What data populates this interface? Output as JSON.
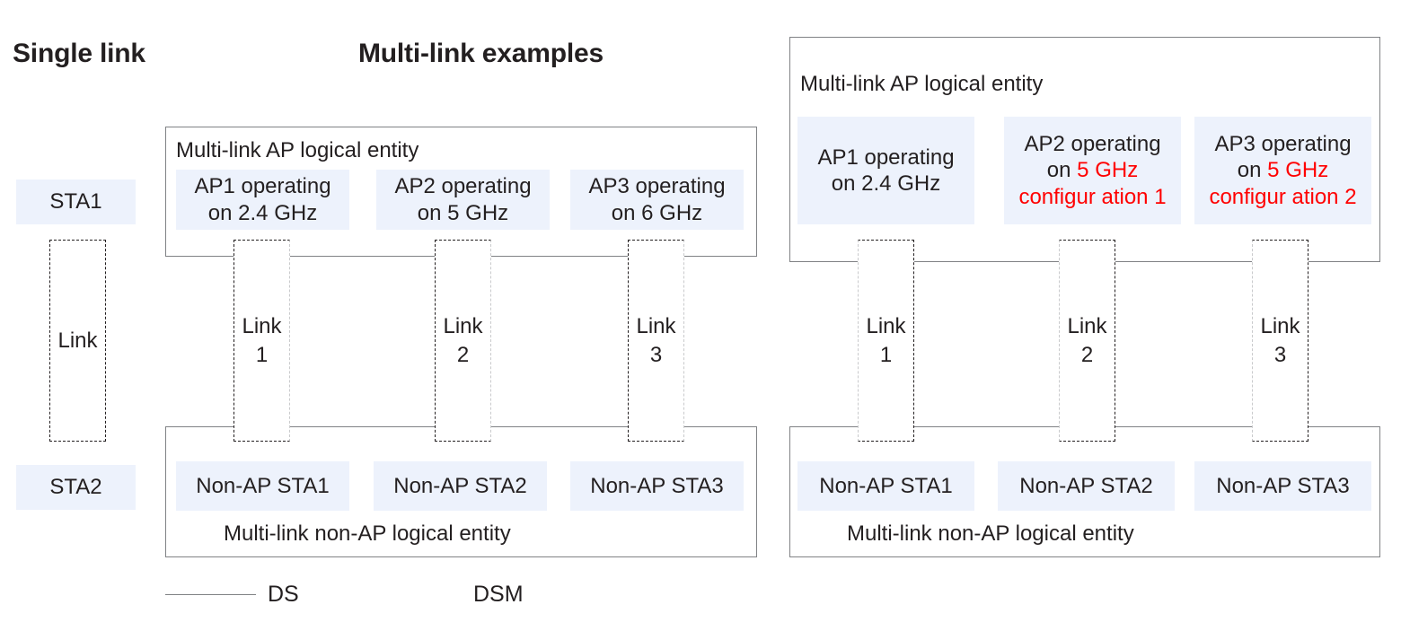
{
  "headings": {
    "single_link": "Single link",
    "multi_link": "Multi-link examples"
  },
  "single_link_panel": {
    "sta_top": "STA1",
    "sta_bottom": "STA2",
    "link_label": "Link"
  },
  "middle_panel": {
    "ap_entity_caption": "Multi-link AP logical entity",
    "non_ap_entity_caption": "Multi-link non-AP logical entity",
    "aps": [
      {
        "line1": "AP1  operating",
        "line2": "on 2.4 GHz",
        "line3": "",
        "line2_red": "",
        "line3_red": ""
      },
      {
        "line1": "AP2  operating",
        "line2": "on 5 GHz",
        "line3": "",
        "line2_red": "",
        "line3_red": ""
      },
      {
        "line1": "AP3  operating",
        "line2": "on 6 GHz",
        "line3": "",
        "line2_red": "",
        "line3_red": ""
      }
    ],
    "links": [
      {
        "name": "Link",
        "number": "1"
      },
      {
        "name": "Link",
        "number": "2"
      },
      {
        "name": "Link",
        "number": "3"
      }
    ],
    "stations": [
      "Non-AP STA1",
      "Non-AP STA2",
      "Non-AP STA3"
    ]
  },
  "right_panel": {
    "ap_entity_caption": "Multi-link AP logical entity",
    "non_ap_entity_caption": "Multi-link non-AP logical entity",
    "aps": [
      {
        "line1": "AP1  operating",
        "line2_prefix": "on 2.4 GHz",
        "line2_red": "",
        "line3_red": ""
      },
      {
        "line1": "AP2  operating",
        "line2_prefix": "on ",
        "line2_red": "5 GHz",
        "line3_red": "configur ation 1"
      },
      {
        "line1": "AP3  operating",
        "line2_prefix": "on ",
        "line2_red": "5 GHz",
        "line3_red": "configur ation 2"
      }
    ],
    "links": [
      {
        "name": "Link",
        "number": "1"
      },
      {
        "name": "Link",
        "number": "2"
      },
      {
        "name": "Link",
        "number": "3"
      }
    ],
    "stations": [
      "Non-AP STA1",
      "Non-AP STA2",
      "Non-AP STA3"
    ]
  },
  "legend": {
    "ds_label": "DS",
    "dsm_label": "DSM"
  },
  "colors": {
    "panel_border": "#808285",
    "box_fill": "#edf2fc",
    "accent_red": "#ff0000",
    "text": "#231f20",
    "dash": "#231f20"
  }
}
